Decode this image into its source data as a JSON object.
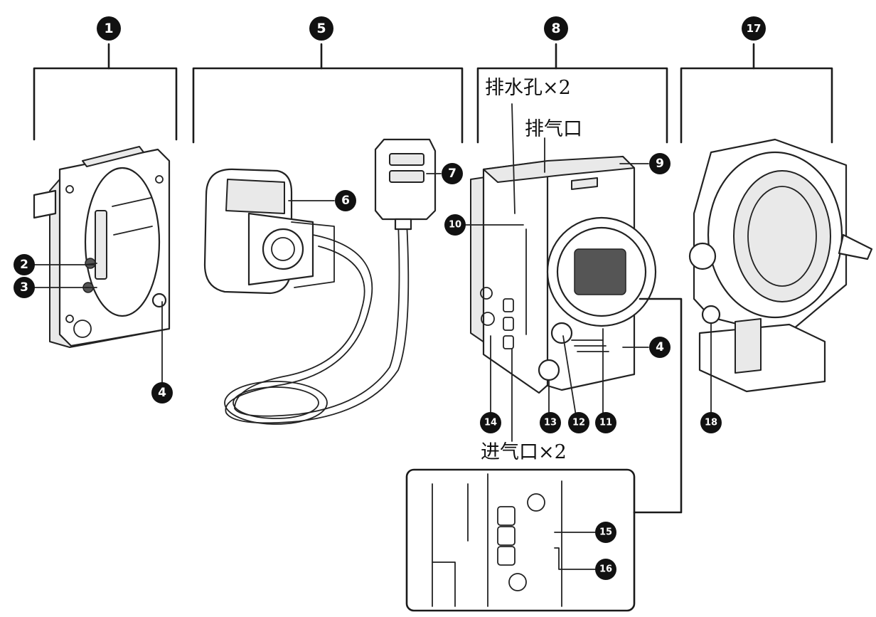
{
  "callouts": {
    "c1": "1",
    "c2": "2",
    "c3": "3",
    "c4a": "4",
    "c4b": "4",
    "c5": "5",
    "c6": "6",
    "c7": "7",
    "c8": "8",
    "c9": "9",
    "c10": "10",
    "c11": "11",
    "c12": "12",
    "c13": "13",
    "c14": "14",
    "c15": "15",
    "c16": "16",
    "c17": "17",
    "c18": "18"
  },
  "labels": {
    "drain_holes": "排水孔×2",
    "exhaust_vent": "排气口",
    "intake_vents": "进气口×2"
  }
}
